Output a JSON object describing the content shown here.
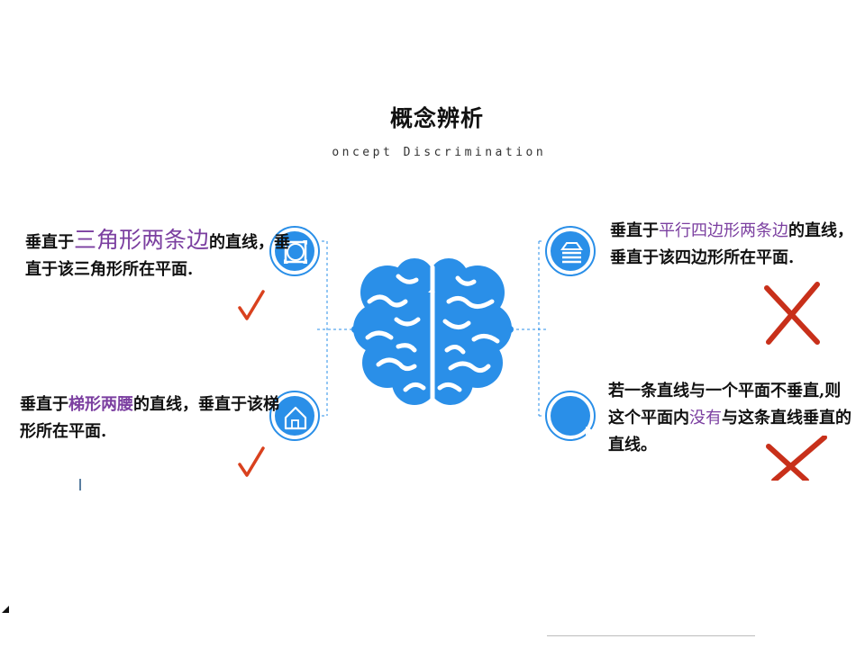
{
  "header": {
    "title": "概念辨析",
    "subtitle": "Concept Discrimination"
  },
  "items": [
    {
      "before": "垂直于",
      "highlight": "三角形两条边",
      "after": "的直线，垂直于该三角形所在平面.",
      "icon": "frame-square-icon",
      "verdict": "check-mark-icon"
    },
    {
      "before": "垂直于",
      "highlight": "梯形两腰",
      "after": "的直线，垂直于该梯形所在平面.",
      "icon": "house-icon",
      "verdict": "check-mark-icon"
    },
    {
      "before": "垂直于",
      "highlight": "平行四边形两条边",
      "after": "的直线，垂直于该四边形所在平面.",
      "icon": "stacked-layers-icon",
      "verdict": "cross-mark-icon"
    },
    {
      "before": "若一条直线与一个平面不垂直,则这个平面内",
      "highlight": "没有",
      "after": "与这条直线垂直的直线。",
      "icon": "play-arrow-icon",
      "verdict": "cross-mark-icon"
    }
  ],
  "colors": {
    "accent_blue": "#2a8fe8",
    "highlight_purple": "#7b3fa0",
    "check_red": "#d9411e",
    "cross_red": "#c8301a"
  },
  "center_icon": "brain-icon"
}
